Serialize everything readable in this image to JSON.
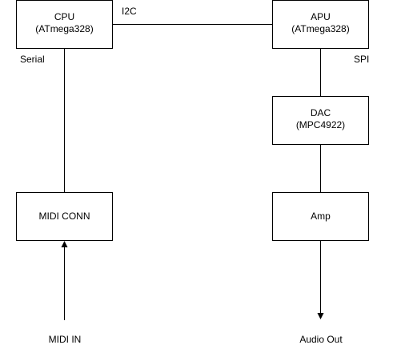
{
  "nodes": {
    "cpu": {
      "line1": "CPU",
      "line2": "(ATmega328)"
    },
    "apu": {
      "line1": "APU",
      "line2": "(ATmega328)"
    },
    "dac": {
      "line1": "DAC",
      "line2": "(MPC4922)"
    },
    "midi_conn": {
      "label": "MIDI CONN"
    },
    "amp": {
      "label": "Amp"
    }
  },
  "edge_labels": {
    "i2c": "I2C",
    "serial": "Serial",
    "spi": "SPI",
    "midi_in": "MIDI IN",
    "audio_out": "Audio Out"
  }
}
